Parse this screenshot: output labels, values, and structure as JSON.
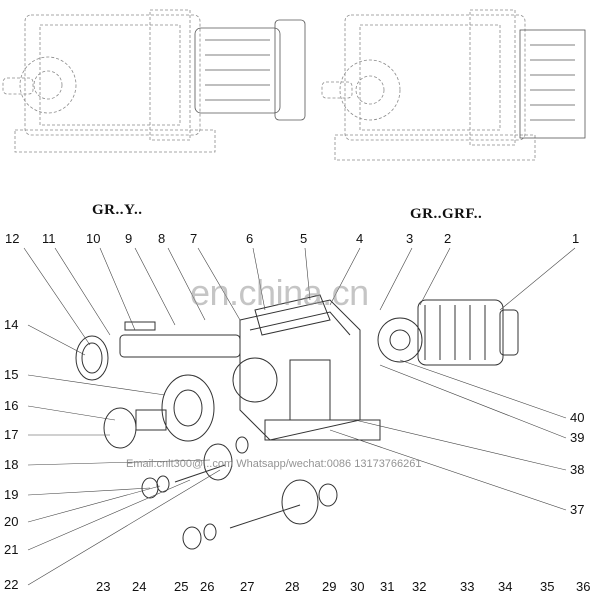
{
  "captions": {
    "left_model": "GR..Y..",
    "right_model": "GR..GRF.."
  },
  "watermark": {
    "main": "en.china.cn",
    "contact": "Email:cnlt300@...com   Whatsapp/wechat:0086 13173766261"
  },
  "part_numbers": {
    "top_row": [
      "12",
      "11",
      "10",
      "9",
      "8",
      "7",
      "6",
      "5",
      "4",
      "3",
      "2",
      "1"
    ],
    "left_column": [
      "14",
      "15",
      "16",
      "17",
      "18",
      "19",
      "20",
      "21",
      "22"
    ],
    "bottom_row": [
      "23",
      "24",
      "25",
      "26",
      "27",
      "28",
      "29",
      "30",
      "31",
      "32",
      "33",
      "34",
      "35",
      "36"
    ],
    "right_column": [
      "40",
      "39",
      "38",
      "37"
    ]
  },
  "colors": {
    "line": "#333333",
    "light_line": "#8a8a8a",
    "background": "#ffffff"
  }
}
